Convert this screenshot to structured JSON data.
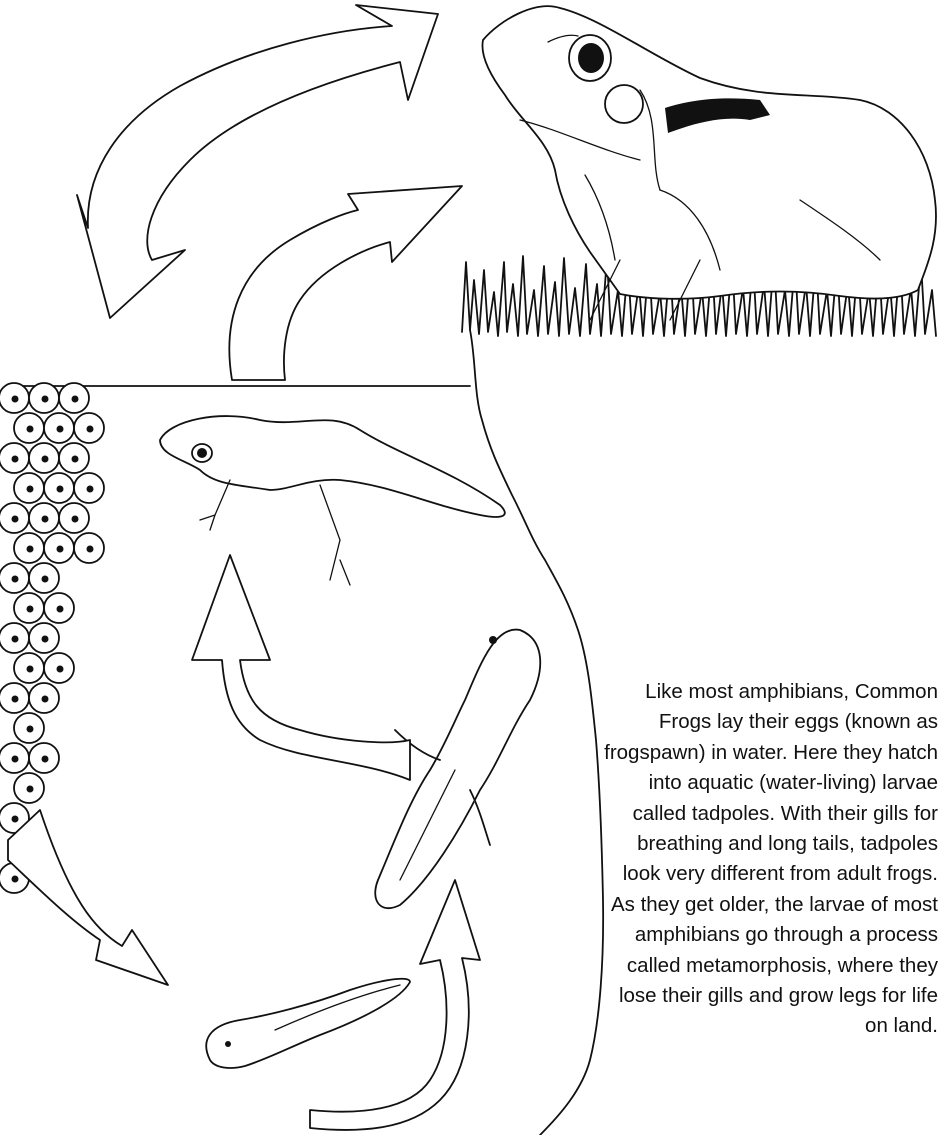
{
  "caption": {
    "text": "Like most amphibians, Common Frogs lay their eggs (known as frogspawn) in water. Here they hatch into aquatic (water-living) larvae called tadpoles. With their gills for breathing and long tails, tadpoles look very different from adult frogs. As they get older, the larvae of most amphibians go through a process called metamorphosis, where they lose their gills and grow legs for life on land."
  },
  "stages": [
    "frogspawn",
    "tadpole",
    "tadpole-with-back-legs",
    "froglet",
    "adult-frog"
  ],
  "colors": {
    "ink": "#111111",
    "paper": "#ffffff"
  }
}
